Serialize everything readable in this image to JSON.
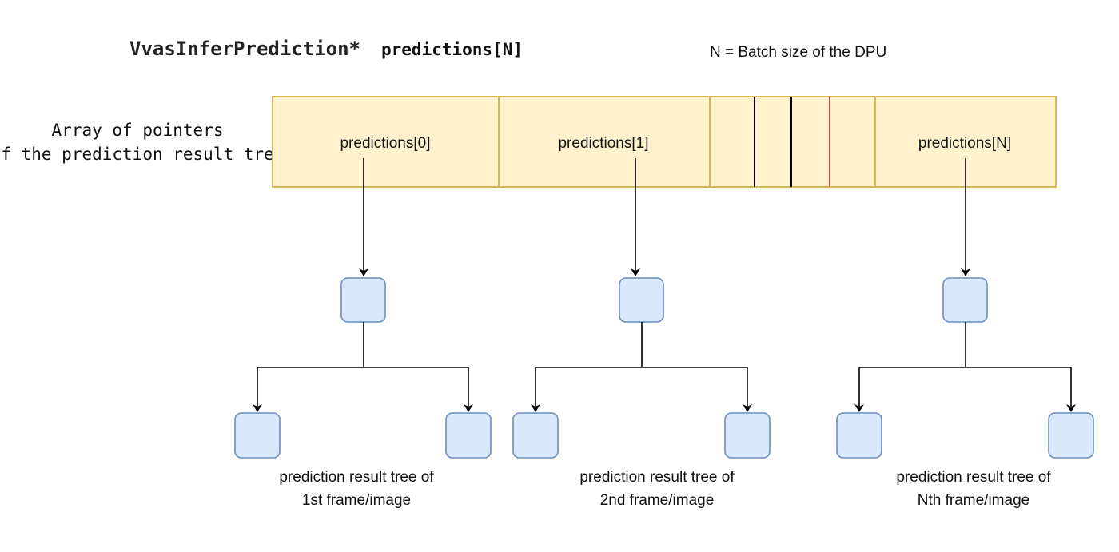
{
  "header": {
    "type_name": "VvasInferPrediction*",
    "variable": "predictions[N]",
    "batch_note": "N = Batch size of the DPU"
  },
  "array_label": {
    "line1": "Array of pointers",
    "line2": "of the prediction result tree"
  },
  "array": {
    "cells": [
      "predictions[0]",
      "predictions[1]",
      "predictions[N]"
    ]
  },
  "trees": [
    {
      "caption_line1": "prediction result tree of",
      "caption_line2": "1st frame/image"
    },
    {
      "caption_line1": "prediction result tree of",
      "caption_line2": "2nd frame/image"
    },
    {
      "caption_line1": "prediction result tree of",
      "caption_line2": "Nth frame/image"
    }
  ],
  "colors": {
    "array_fill": "#fff2cc",
    "array_stroke": "#d6b656",
    "node_fill": "#dae8fc",
    "node_stroke": "#6c8ebf",
    "separator_red": "#b85450",
    "line": "#000000",
    "text": "#1a1a1a"
  }
}
